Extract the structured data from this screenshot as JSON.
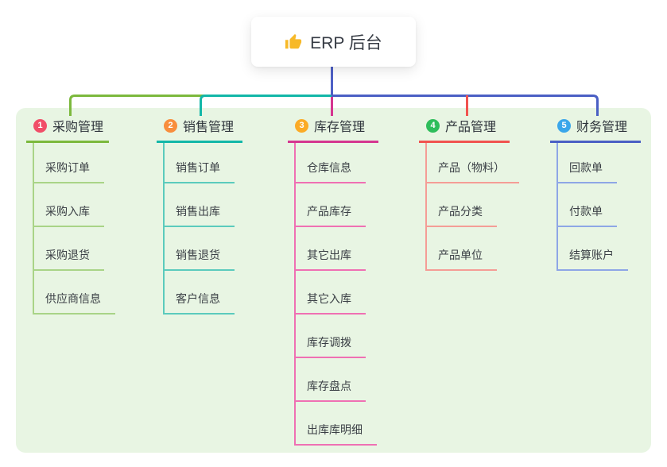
{
  "root": {
    "label": "ERP 后台",
    "icon": "thumbs-up-icon",
    "icon_color": "#f7b928"
  },
  "colors": {
    "panel_background": "#e8f5e3",
    "root_connector": "#4e60c6",
    "canvas_background": "#ffffff"
  },
  "branches": [
    {
      "number": "1",
      "label": "采购管理",
      "line_color": "#7cb93d",
      "child_line_color": "#a9d487",
      "badge_color": "#f14e68",
      "children": [
        "采购订单",
        "采购入库",
        "采购退货",
        "供应商信息"
      ]
    },
    {
      "number": "2",
      "label": "销售管理",
      "line_color": "#13b7a8",
      "child_line_color": "#5bcbbd",
      "badge_color": "#f88e3d",
      "children": [
        "销售订单",
        "销售出库",
        "销售退货",
        "客户信息"
      ]
    },
    {
      "number": "3",
      "label": "库存管理",
      "line_color": "#d53690",
      "child_line_color": "#ef70b3",
      "badge_color": "#fbab26",
      "children": [
        "仓库信息",
        "产品库存",
        "其它出库",
        "其它入库",
        "库存调拨",
        "库存盘点",
        "出库库明细"
      ]
    },
    {
      "number": "4",
      "label": "产品管理",
      "line_color": "#f15350",
      "child_line_color": "#f59d96",
      "badge_color": "#2ebd5b",
      "children": [
        "产品（物料）",
        "产品分类",
        "产品单位"
      ]
    },
    {
      "number": "5",
      "label": "财务管理",
      "line_color": "#4a5fc4",
      "child_line_color": "#8ea6e6",
      "badge_color": "#3aa6ea",
      "children": [
        "回款单",
        "付款单",
        "结算账户"
      ]
    }
  ]
}
